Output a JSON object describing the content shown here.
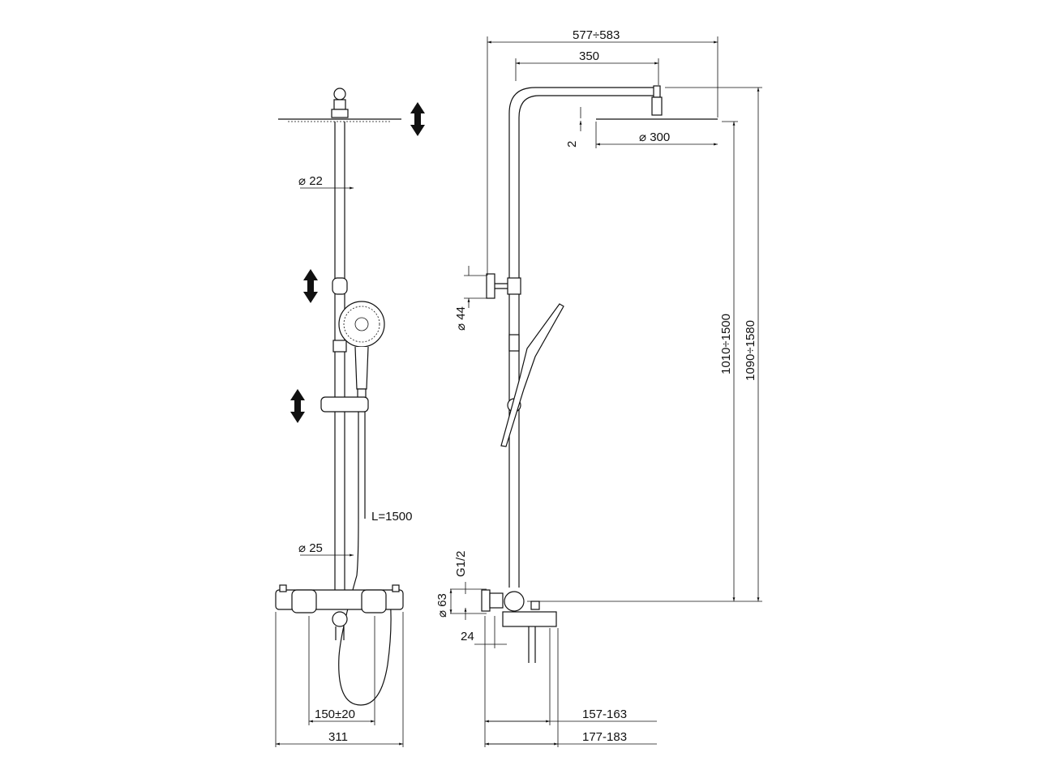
{
  "front_view": {
    "rod_diameter_top": "⌀ 22",
    "rod_diameter_bottom": "⌀ 25",
    "hose_length": "L=1500",
    "inlet_spacing": "150±20",
    "body_width": "311"
  },
  "side_view": {
    "overall_projection": "577÷583",
    "arm_length": "350",
    "head_thickness": "2",
    "head_diameter": "⌀ 300",
    "height_head": "1010÷1500",
    "height_arm": "1090÷1580",
    "bracket_diameter": "⌀ 44",
    "thread": "G1/2",
    "eccentric_diameter": "⌀ 63",
    "eccentric_depth": "24",
    "depth_short": "157-163",
    "depth_long": "177-183"
  }
}
